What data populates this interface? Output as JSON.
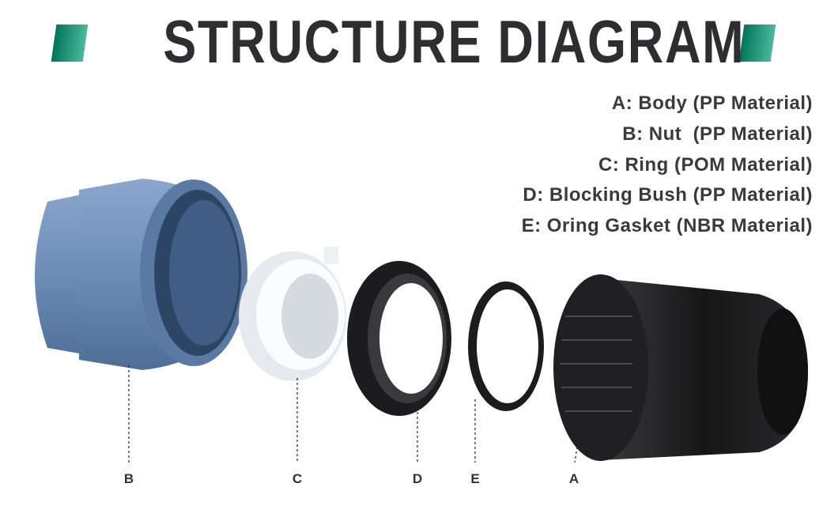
{
  "title": "STRUCTURE DIAGRAM",
  "legend": [
    "A: Body (PP Material)",
    "B: Nut  (PP Material)",
    "C: Ring (POM Material)",
    "D: Blocking Bush (PP Material)",
    "E: Oring Gasket (NBR Material)"
  ],
  "labels": {
    "a": "A",
    "b": "B",
    "c": "C",
    "d": "D",
    "e": "E"
  },
  "colors": {
    "accent": "#1a9676",
    "title": "#2e2d30",
    "nut": "#6f8fb8",
    "ring": "#f2f4f7",
    "rubber": "#1c1c1e"
  }
}
